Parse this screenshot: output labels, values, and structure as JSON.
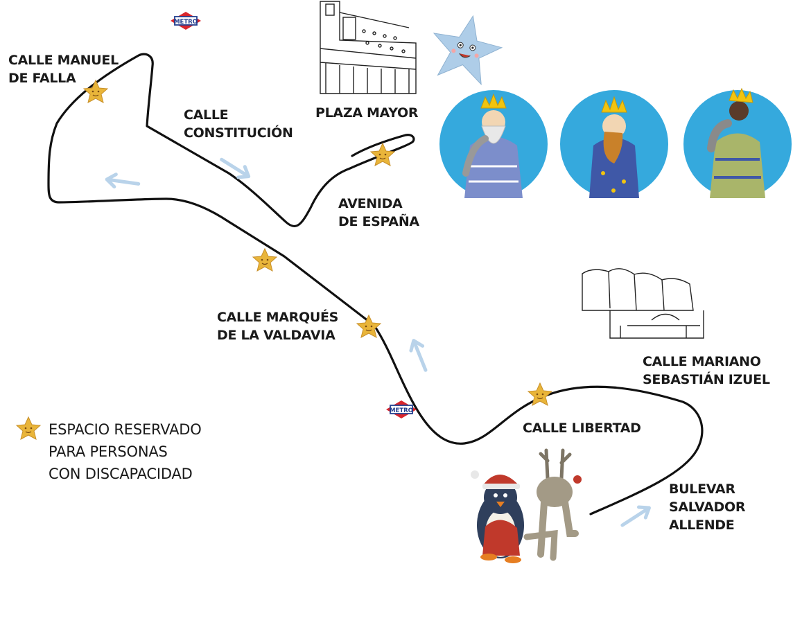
{
  "map": {
    "streets": {
      "manuel_de_falla": [
        "CALLE MANUEL",
        "DE FALLA"
      ],
      "constitucion": [
        "CALLE",
        "CONSTITUCIÓN"
      ],
      "plaza_mayor": [
        "PLAZA MAYOR"
      ],
      "avenida_espana": [
        "AVENIDA",
        "DE ESPAÑA"
      ],
      "marques_valdavia": [
        "CALLE MARQUÉS",
        "DE LA VALDAVIA"
      ],
      "mariano_izuel": [
        "CALLE MARIANO",
        "SEBASTIÁN IZUEL"
      ],
      "libertad": [
        "CALLE LIBERTAD"
      ],
      "salvador_allende": [
        "BULEVAR",
        "SALVADOR",
        "ALLENDE"
      ]
    },
    "metro_label": "METRO",
    "legend": [
      "ESPACIO RESERVADO",
      "PARA PERSONAS",
      "CON DISCAPACIDAD"
    ],
    "colors": {
      "route": "#111111",
      "star": "#e9b53a",
      "arrow": "#b9d3ea",
      "king_circle": "#35a9dd",
      "metro_red": "#d8262d",
      "metro_blue": "#233f8f"
    },
    "icons": [
      "star-icon",
      "metro-icon",
      "arrow-icon",
      "king-medallion-icon",
      "city-hall-sketch",
      "auditorium-sketch",
      "star-character-icon",
      "penguin-reindeer-illustration"
    ]
  }
}
